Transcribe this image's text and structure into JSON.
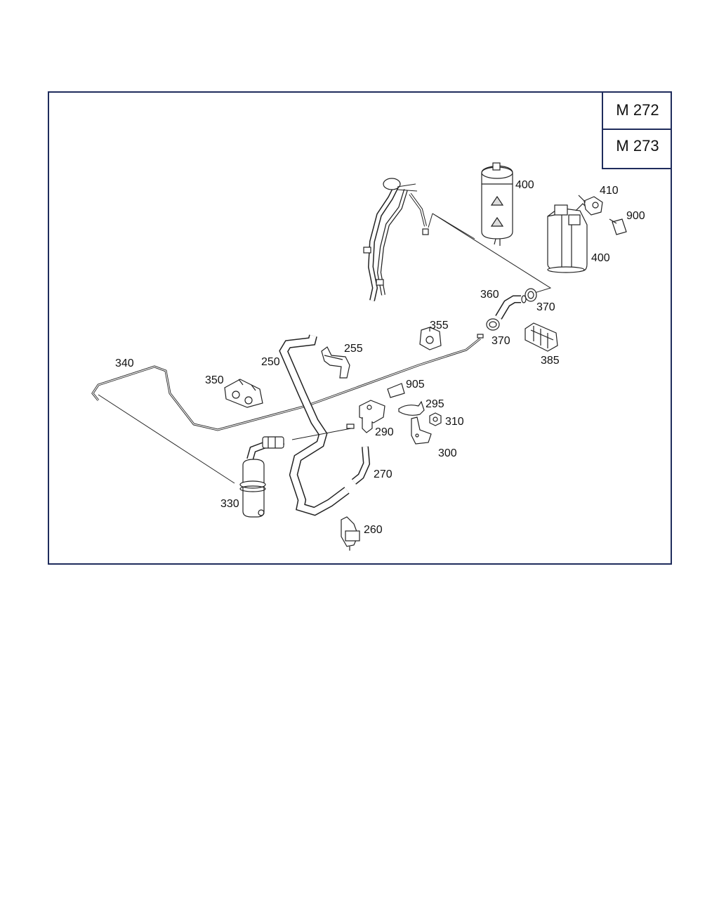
{
  "engine_codes": [
    "M 272",
    "M 273"
  ],
  "callouts": {
    "c400a": "400",
    "c410": "410",
    "c900": "900",
    "c400b": "400",
    "c360": "360",
    "c370a": "370",
    "c370b": "370",
    "c355": "355",
    "c385": "385",
    "c255": "255",
    "c250": "250",
    "c340": "340",
    "c350": "350",
    "c905": "905",
    "c295": "295",
    "c310": "310",
    "c290": "290",
    "c300": "300",
    "c270": "270",
    "c330": "330",
    "c260": "260"
  }
}
